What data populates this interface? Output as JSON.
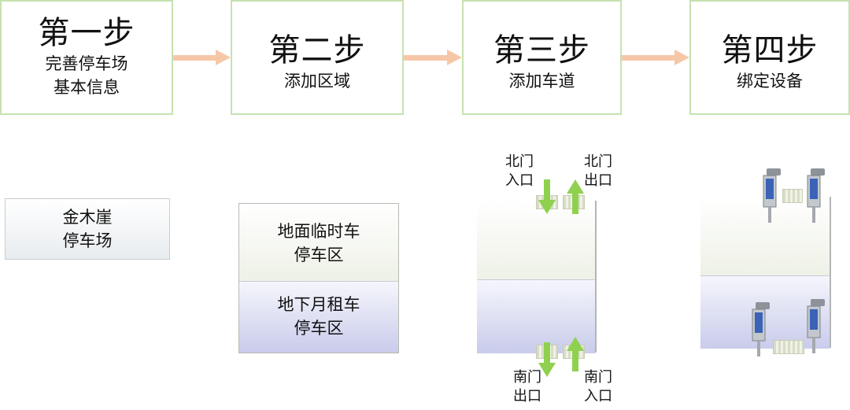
{
  "steps": [
    {
      "num": "第一步",
      "desc_lines": [
        "完善停车场",
        "基本信息"
      ]
    },
    {
      "num": "第二步",
      "desc_lines": [
        "添加区域"
      ]
    },
    {
      "num": "第三步",
      "desc_lines": [
        "添加车道"
      ]
    },
    {
      "num": "第四步",
      "desc_lines": [
        "绑定设备"
      ]
    }
  ],
  "parking_lot": {
    "lines": [
      "金木崖",
      "停车场"
    ]
  },
  "areas": [
    {
      "lines": [
        "地面临时车",
        "停车区"
      ]
    },
    {
      "lines": [
        "地下月租车",
        "停车区"
      ]
    }
  ],
  "lanes": {
    "north_entry": [
      "北门",
      "入口"
    ],
    "north_exit": [
      "北门",
      "出口"
    ],
    "south_exit": [
      "南门",
      "出口"
    ],
    "south_entry": [
      "南门",
      "入口"
    ]
  },
  "colors": {
    "step_border": "#c6e2b0",
    "step_arrow": "#f6c7a7",
    "lane_arrow": "#8fd14f",
    "top_area": "#eef1e6",
    "bottom_area": "#c9cceb"
  },
  "icons": [
    "arrow-right-icon",
    "arrow-up-icon",
    "arrow-down-icon",
    "camera-icon",
    "barrier-gate-icon"
  ]
}
